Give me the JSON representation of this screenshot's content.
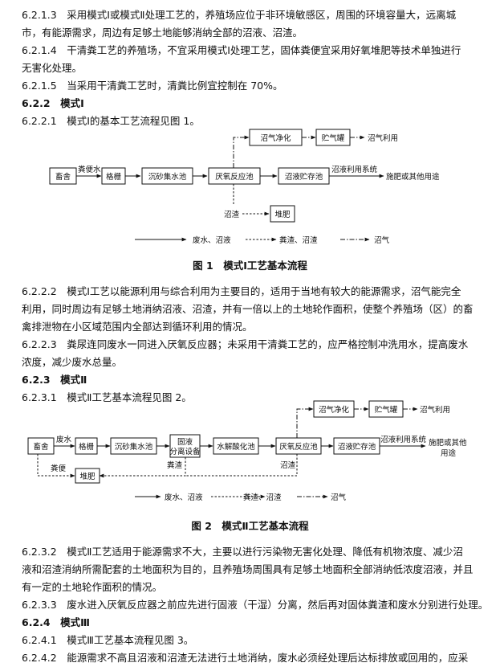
{
  "blocks": {
    "p1": [
      "6.2.1.3　采用模式Ⅰ或模式Ⅱ处理工艺的，养殖场应位于非环境敏感区，周围的环境容量大，远离城",
      "市，有能源需求，周边有足够土地能够消纳全部的沼液、沼渣。"
    ],
    "p2": [
      "6.2.1.4　干清粪工艺的养殖场，不宜采用模式Ⅰ处理工艺，固体粪便宜采用好氧堆肥等技术单独进行",
      "无害化处理。"
    ],
    "p3": "6.2.1.5　当采用干清粪工艺时，清粪比例宜控制在 70%。",
    "h1": "6.2.2　模式Ⅰ",
    "p4": "6.2.2.1　模式Ⅰ的基本工艺流程见图 1。",
    "p5": [
      "6.2.2.2　模式Ⅰ工艺以能源利用与综合利用为主要目的，适用于当地有较大的能源需求，沼气能完全",
      "利用，同时周边有足够土地消纳沼液、沼渣，并有一倍以上的土地轮作面积，使整个养殖场（区）的畜",
      "禽排泄物在小区域范围内全部达到循环利用的情况。"
    ],
    "p6": [
      "6.2.2.3　粪尿连同废水一同进入厌氧反应器；未采用干清粪工艺的，应严格控制冲洗用水，提高废水",
      "浓度，减少废水总量。"
    ],
    "h2": "6.2.3　模式Ⅱ",
    "p7": "6.2.3.1　模式Ⅱ工艺基本流程见图 2。",
    "p8": [
      "6.2.3.2　模式Ⅱ工艺适用于能源需求不大，主要以进行污染物无害化处理、降低有机物浓度、减少沼",
      "液和沼渣消纳所需配套的土地面积为目的，且养殖场周围具有足够土地面积全部消纳低浓度沼液，并且",
      "有一定的土地轮作面积的情况。"
    ],
    "p9": "6.2.3.3　废水进入厌氧反应器之前应先进行固液（干湿）分离，然后再对固体粪渣和废水分别进行处理。",
    "h3": "6.2.4　模式Ⅲ",
    "p10": "6.2.4.1　模式Ⅲ工艺基本流程见图 3。",
    "p11": "6.2.4.2　能源需求不高且沼液和沼渣无法进行土地消纳，废水必须经处理后达标排放或回用的，应采"
  },
  "fig1": {
    "caption": "图 1　模式Ⅰ工艺基本流程",
    "boxes": {
      "barn": "畜舍",
      "grate": "格栅",
      "sand_pool": "沉砂集水池",
      "anaerobic": "厌氧反应池",
      "slurry_tank": "沼液贮存池",
      "biogas_purify": "沼气净化",
      "gas_tank": "贮气罐",
      "compost": "堆肥"
    },
    "labels": {
      "manure_water": "粪便水",
      "biogas_use": "沼气利用",
      "slurry_system": "沼液利用系统",
      "field_use": "施肥或其他用途",
      "residue": "沼渣"
    },
    "legend": [
      "废水、沼液",
      "粪渣、沼渣",
      "沼气"
    ]
  },
  "fig2": {
    "caption": "图 2　模式Ⅱ工艺基本流程",
    "boxes": {
      "barn": "畜舍",
      "grate": "格栅",
      "sand_pool": "沉砂集水池",
      "separator_1": "固液",
      "separator_2": "分离设备",
      "hydrolysis": "水解酸化池",
      "anaerobic": "厌氧反应池",
      "slurry_tank": "沼液贮存池",
      "biogas_purify": "沼气净化",
      "gas_tank": "贮气罐",
      "compost": "堆肥"
    },
    "labels": {
      "waste_water": "废水",
      "manure": "粪便",
      "dung_residue": "粪渣",
      "residue": "沼渣",
      "biogas_use": "沼气利用",
      "slurry_system": "沼液利用系统",
      "field_use_1": "施肥或其他",
      "field_use_2": "用途"
    },
    "legend": [
      "废水、沼液",
      "粪渣、沼渣",
      "沼气"
    ]
  }
}
